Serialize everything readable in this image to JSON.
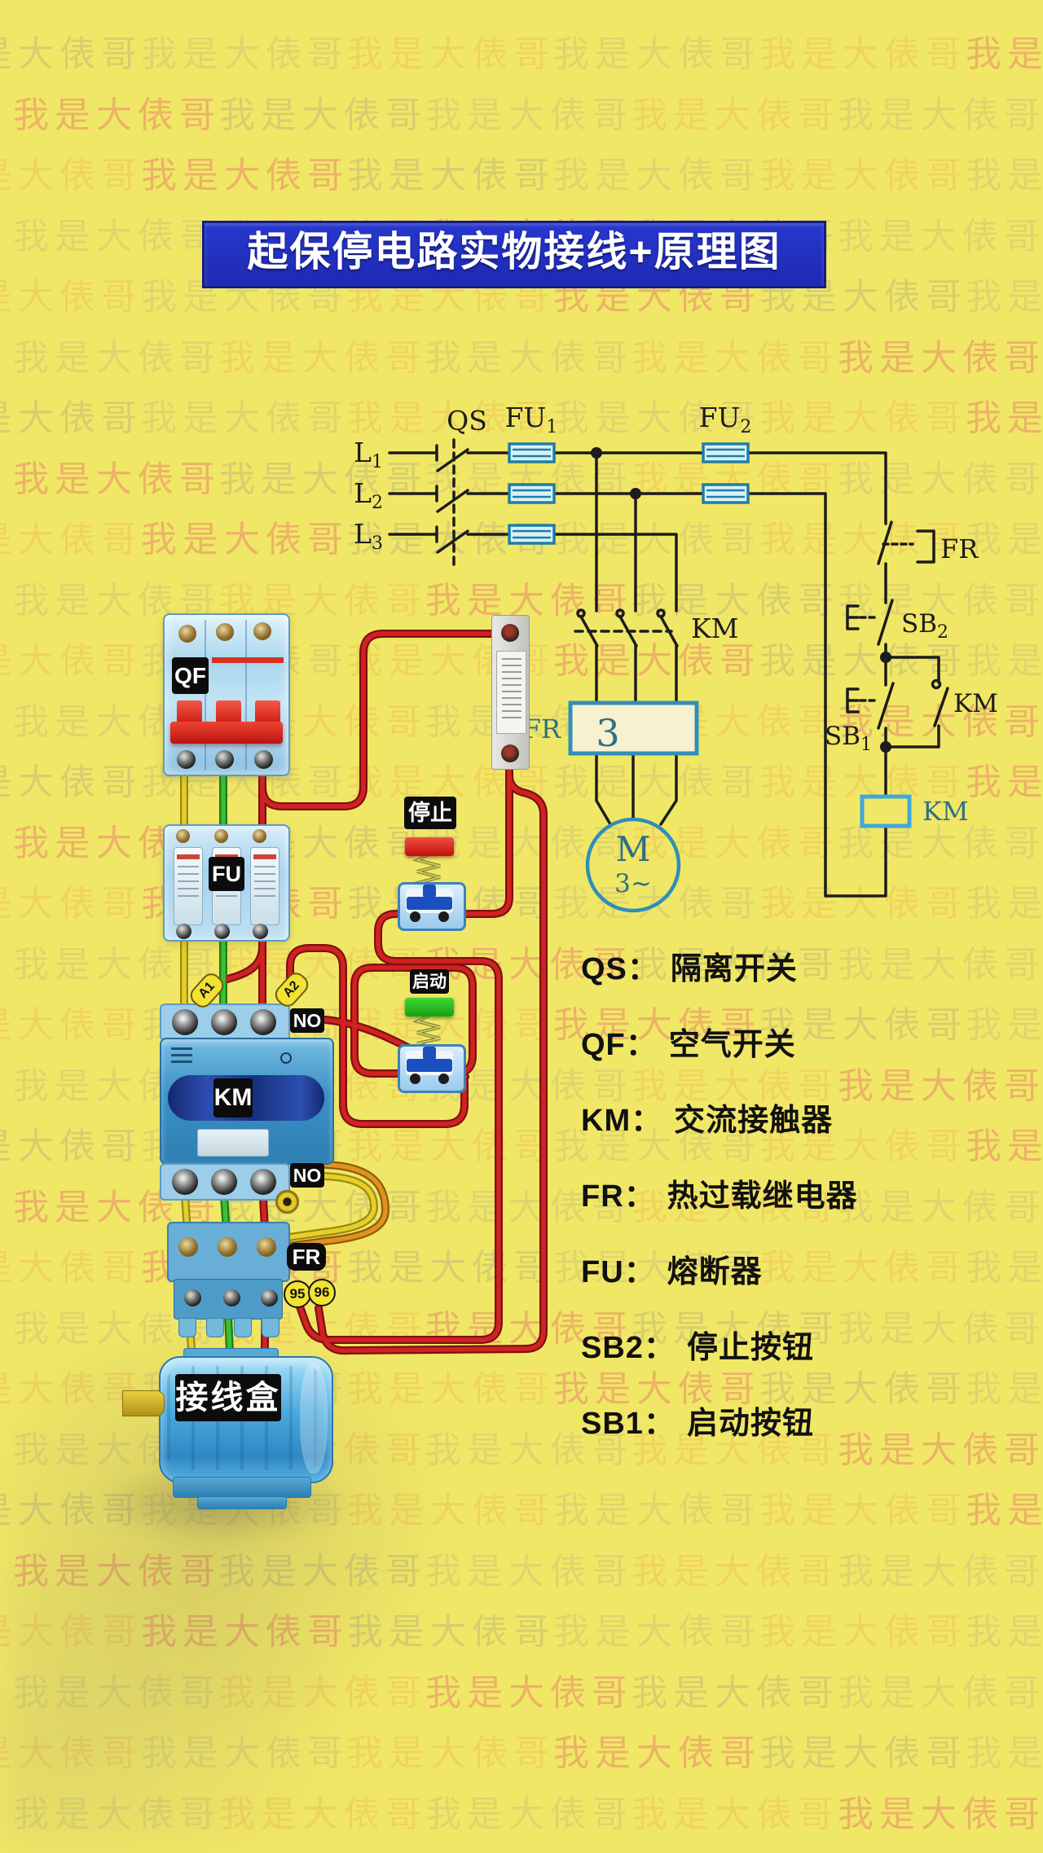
{
  "watermark": {
    "text": "我是大俵哥",
    "colors": [
      "rgba(165,158,128,0.34)",
      "rgba(172,162,130,0.26)",
      "rgba(235,170,70,0.32)",
      "rgba(228,118,104,0.46)"
    ]
  },
  "title": {
    "text": "起保停电路实物接线+原理图"
  },
  "schematic": {
    "phases": [
      {
        "base": "L",
        "sub": "1"
      },
      {
        "base": "L",
        "sub": "2"
      },
      {
        "base": "L",
        "sub": "3"
      }
    ],
    "qs_label": "QS",
    "fu1": {
      "base": "FU",
      "sub": "1"
    },
    "fu2": {
      "base": "FU",
      "sub": "2"
    },
    "km_main_label": "KM",
    "fr_box_side_label": "FR",
    "fr_box_number": "3",
    "motor_letter": "M",
    "motor_phase": "3~",
    "fr_contact_label": "FR",
    "sb2": {
      "base": "SB",
      "sub": "2"
    },
    "sb1": {
      "base": "SB",
      "sub": "1"
    },
    "km_aux_label": "KM",
    "km_coil_label": "KM"
  },
  "components": {
    "breaker_label": "QF",
    "fuse_label": "FU",
    "contactor_label": "KM",
    "no_top": "NO",
    "no_bottom": "NO",
    "relay_label": "FR",
    "terminal_95": "95",
    "terminal_96": "96",
    "tag_a1": "A1",
    "tag_a2": "A2",
    "stop_label": "停止",
    "start_label": "启动",
    "junction_box_label": "接线盒"
  },
  "legend": {
    "items": [
      {
        "term": "QS：",
        "name": "隔离开关"
      },
      {
        "term": "QF：",
        "name": "空气开关"
      },
      {
        "term": "KM：",
        "name": "交流接触器"
      },
      {
        "term": "FR：",
        "name": "热过载继电器"
      },
      {
        "term": "FU：",
        "name": "熔断器"
      },
      {
        "term": "SB2：",
        "name": "停止按钮"
      },
      {
        "term": "SB1：",
        "name": "启动按钮"
      }
    ]
  }
}
